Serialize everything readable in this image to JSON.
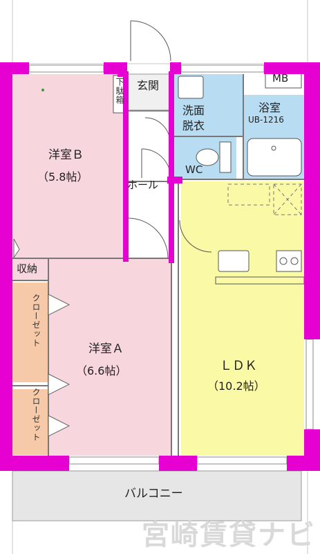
{
  "rooms": {
    "western_b": {
      "name": "洋室Ｂ",
      "size": "（5.8帖）"
    },
    "western_a": {
      "name": "洋室Ａ",
      "size": "（6.6帖）"
    },
    "ldk": {
      "name": "ＬＤＫ",
      "size": "（10.2帖）"
    },
    "entrance": "玄関",
    "shoe_box": "下駄箱",
    "washroom": {
      "line1": "洗面",
      "line2": "脱衣"
    },
    "bathroom": {
      "name": "浴室",
      "model": "UB-1216"
    },
    "wc": "WC",
    "hall": "ホール",
    "storage": "収納",
    "closet_1": "クローゼット",
    "closet_2": "クローゼット",
    "mb": "MB",
    "balcony": "バルコニー"
  },
  "watermark": "宮崎賃貸ナビ",
  "colors": {
    "wall": "#e600d2",
    "western_b_fill": "#f7d6dd",
    "western_a_fill": "#f7d6dd",
    "ldk_fill": "#fafaa6",
    "wet_area_fill": "#b8dcf2",
    "closet_fill": "#f6c9a8",
    "balcony_fill": "#e6e6e6"
  }
}
